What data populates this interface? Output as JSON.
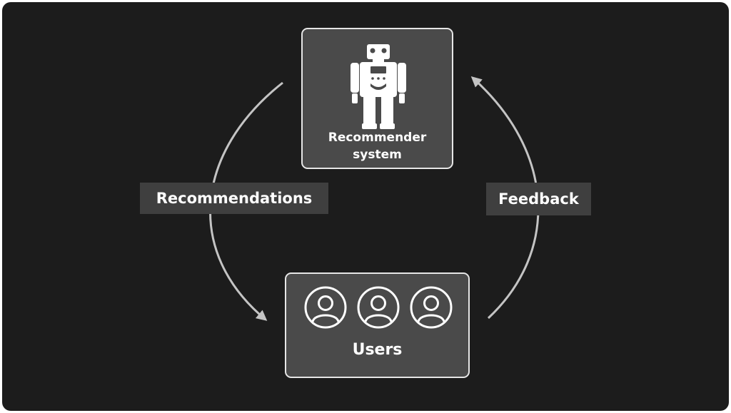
{
  "diagram": {
    "nodes": {
      "recommender": {
        "title_line1": "Recommender",
        "title_line2": "system",
        "icon": "robot-icon"
      },
      "users": {
        "title": "Users",
        "icons": [
          "user-icon",
          "user-icon",
          "user-icon"
        ]
      }
    },
    "edges": {
      "recommendations": {
        "label": "Recommendations",
        "from": "Recommender system",
        "to": "Users"
      },
      "feedback": {
        "label": "Feedback",
        "from": "Users",
        "to": "Recommender system"
      }
    }
  },
  "colors": {
    "background": "#1c1c1c",
    "node_fill": "#4a4a4a",
    "node_border": "#e6e6e6",
    "label_fill": "#3f3f3f",
    "arrow": "#c4c4c4",
    "text": "#ffffff"
  }
}
